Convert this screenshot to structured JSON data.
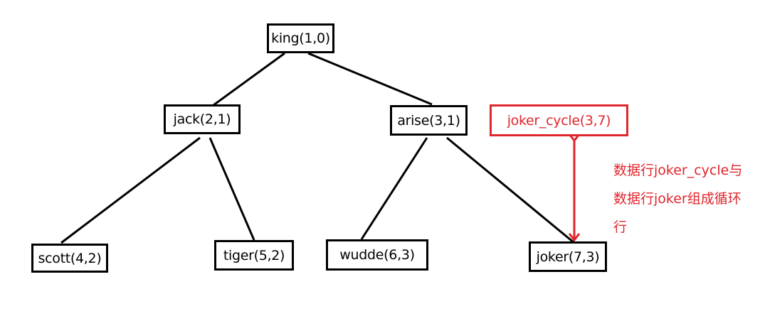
{
  "colors": {
    "tree": "#000000",
    "cycle": "#e0262d"
  },
  "nodes": {
    "king": "king(1,0)",
    "jack": "jack(2,1)",
    "arise": "arise(3,1)",
    "scott": "scott(4,2)",
    "tiger": "tiger(5,2)",
    "wudde": "wudde(6,3)",
    "joker": "joker(7,3)",
    "joker_cycle": "joker_cycle(3,7)"
  },
  "annotation": {
    "line1": "数据行joker_cycle与",
    "line2": "数据行joker组成循环",
    "line3": "行"
  }
}
